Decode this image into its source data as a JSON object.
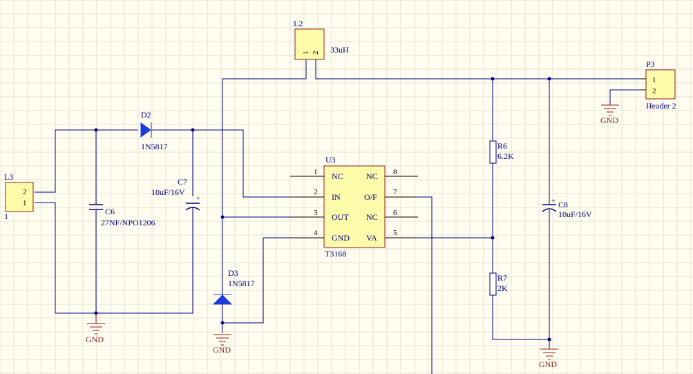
{
  "components": {
    "L3": {
      "designator": "L3",
      "pins": [
        "2",
        "1"
      ],
      "value": "1"
    },
    "D2": {
      "designator": "D2",
      "value": "1N5817"
    },
    "C6": {
      "designator": "C6",
      "value": "27NF/NPO1206"
    },
    "C7": {
      "designator": "C7",
      "value": "10uF/16V",
      "polarity": "+"
    },
    "L2": {
      "designator": "L2",
      "pins": [
        "1",
        "2"
      ],
      "value": "33uH"
    },
    "D3": {
      "designator": "D3",
      "value": "1N5817"
    },
    "U3": {
      "designator": "U3",
      "value": "T3168",
      "left_pins": [
        {
          "num": "1",
          "name": "NC"
        },
        {
          "num": "2",
          "name": "IN"
        },
        {
          "num": "3",
          "name": "OUT"
        },
        {
          "num": "4",
          "name": "GND"
        }
      ],
      "right_pins": [
        {
          "num": "8",
          "name": "NC"
        },
        {
          "num": "7",
          "name": "O/F"
        },
        {
          "num": "6",
          "name": "NC"
        },
        {
          "num": "5",
          "name": "VA"
        }
      ]
    },
    "R6": {
      "designator": "R6",
      "value": "6.2K"
    },
    "R7": {
      "designator": "R7",
      "value": "2K"
    },
    "C8": {
      "designator": "C8",
      "value": "10uF/16V",
      "polarity": "+"
    },
    "P3": {
      "designator": "P3",
      "pins": [
        "1",
        "2"
      ],
      "value": "Header 2"
    }
  },
  "ground_label": "GND",
  "colors": {
    "background": "#fefdf0",
    "wire": "#000080",
    "component_body": "#fefcaa",
    "diode": "#1b3bdb",
    "ground": "#8b1e1e"
  }
}
